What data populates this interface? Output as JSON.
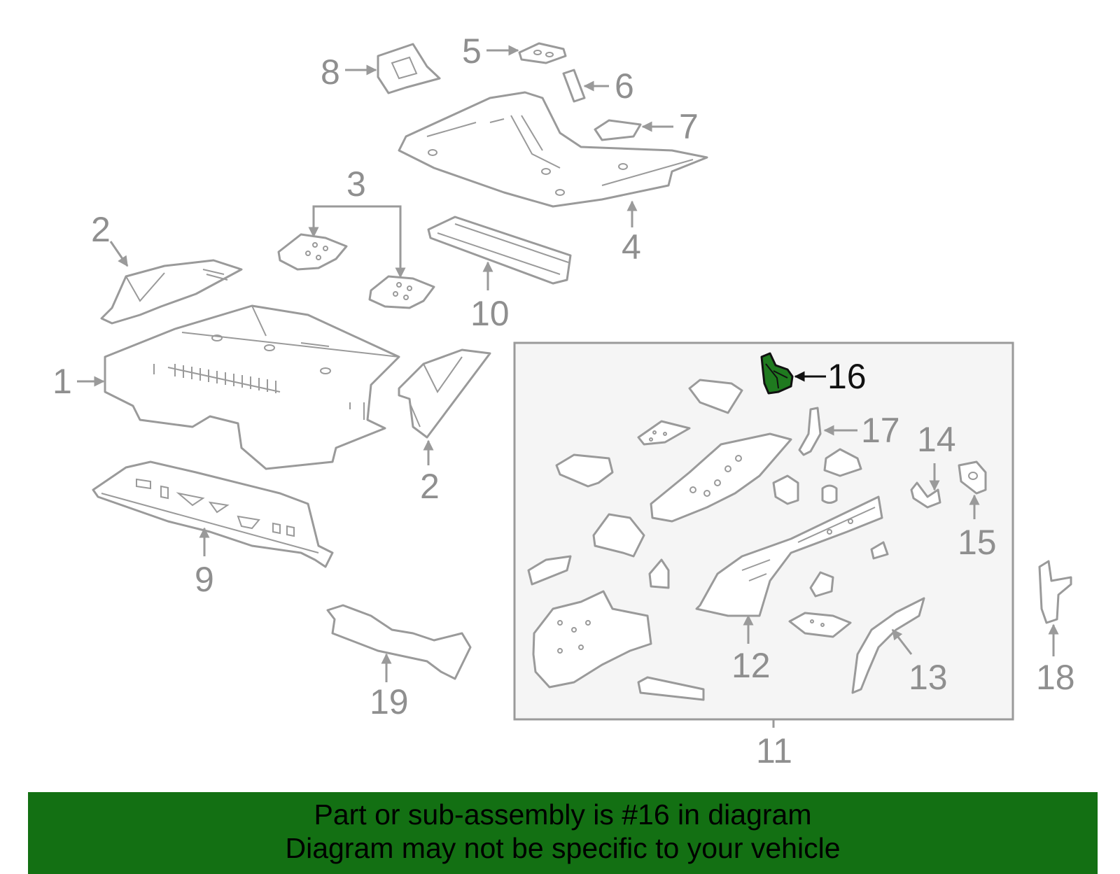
{
  "callouts": [
    "1",
    "2",
    "2",
    "3",
    "4",
    "5",
    "6",
    "7",
    "8",
    "9",
    "10",
    "11",
    "12",
    "13",
    "14",
    "15",
    "16",
    "17",
    "18",
    "19"
  ],
  "highlighted_part": "16",
  "colors": {
    "line": "#9a9a9a",
    "highlight": "#1f7a1f",
    "banner": "#137013",
    "box_fill": "#f5f5f5"
  },
  "banner": {
    "line1": "Part or sub-assembly is #16 in diagram",
    "line2": "Diagram may not be specific to your vehicle"
  }
}
